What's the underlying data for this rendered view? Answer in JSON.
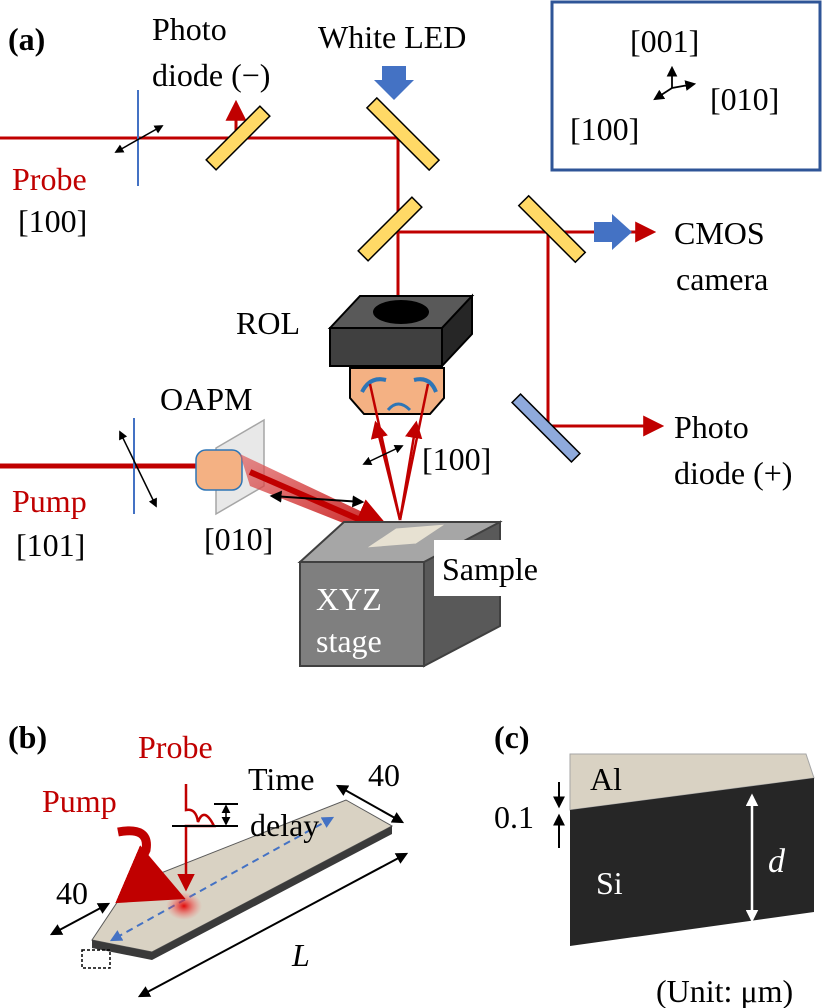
{
  "panels": {
    "a": "(a)",
    "b": "(b)",
    "c": "(c)"
  },
  "labels": {
    "photodiode_minus_1": "Photo",
    "photodiode_minus_2": "diode (−)",
    "white_led": "White LED",
    "probe": "Probe",
    "probe_dir": "[100]",
    "cmos_1": "CMOS",
    "cmos_2": "camera",
    "rol": "ROL",
    "oapm": "OAPM",
    "objective_dir": "[100]",
    "photodiode_plus_1": "Photo",
    "photodiode_plus_2": "diode (+)",
    "pump": "Pump",
    "pump_dir": "[101]",
    "oapm_dir": "[010]",
    "sample": "Sample",
    "stage_1": "XYZ",
    "stage_2": "stage"
  },
  "axes_box": {
    "z": "[001]",
    "y": "[010]",
    "x": "[100]"
  },
  "panel_b": {
    "probe": "Probe",
    "pump": "Pump",
    "time_1": "Time",
    "time_2": "delay",
    "width_right": "40",
    "width_left": "40",
    "length": "L"
  },
  "panel_c": {
    "al": "Al",
    "si": "Si",
    "al_thickness": "0.1",
    "si_thickness": "d",
    "unit": "(Unit: μm)"
  },
  "colors": {
    "laser_red": "#c00000",
    "led_blue": "#4472c4",
    "mirror_yellow": "#ffd966",
    "polarizer_blue": "#4472c4",
    "objective_dark": "#404040",
    "stage_gray": "#7f7f7f",
    "sample_beige": "#d9d2c3",
    "si_dark": "#262626"
  }
}
